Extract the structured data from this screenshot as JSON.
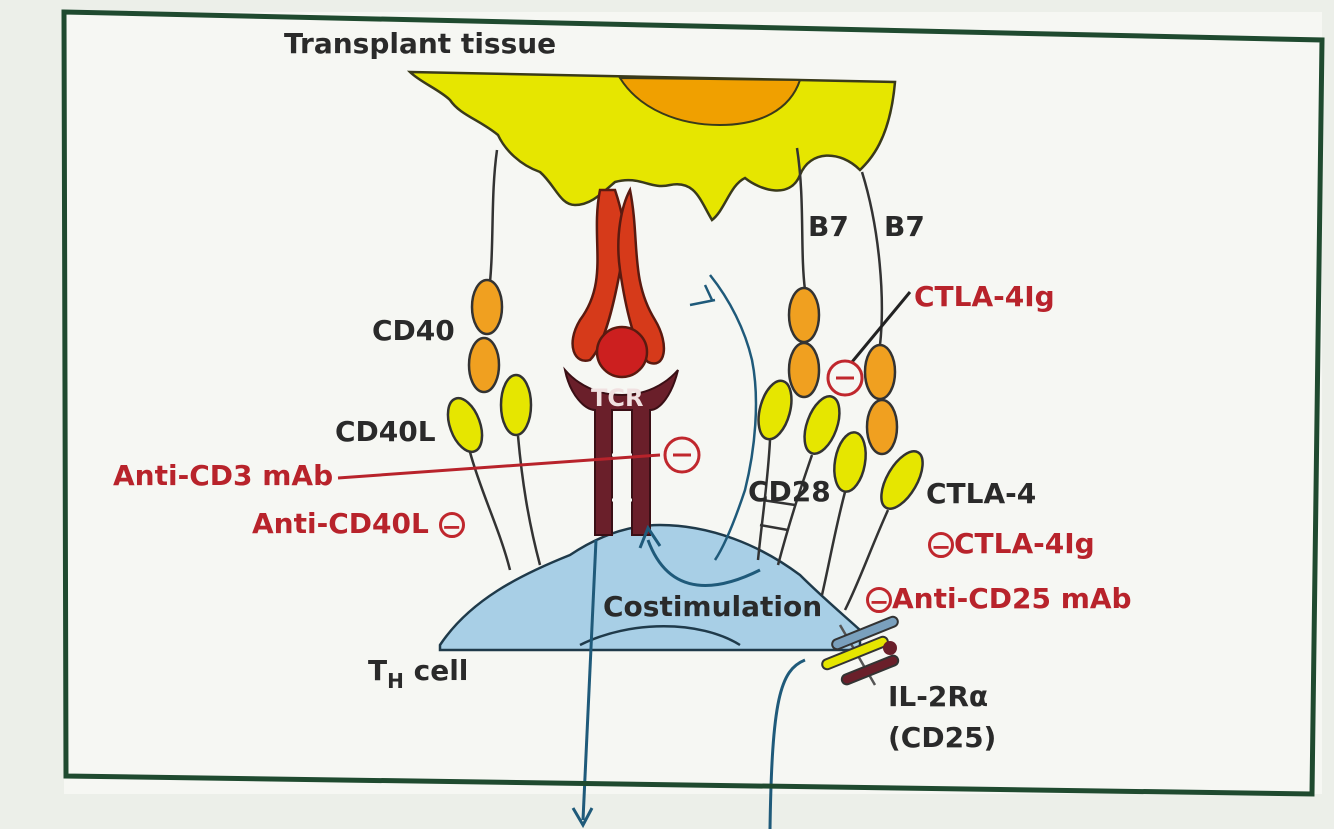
{
  "labels": {
    "transplant_tissue": "Transplant tissue",
    "cd40": "CD40",
    "cd40l": "CD40L",
    "tcr": "TCR",
    "b7_left": "B7",
    "b7_right": "B7",
    "cd28": "CD28",
    "ctla4": "CTLA-4",
    "th_cell_main": "T",
    "th_cell_sub": "H",
    "th_cell_tail": " cell",
    "costimulation": "Costimulation",
    "il2ra": "IL-2Rα",
    "cd25": "(CD25)"
  },
  "drugs": {
    "ctla4ig_top": "CTLA-4Ig",
    "anti_cd3": "Anti-CD3 mAb",
    "anti_cd40l": "Anti-CD40L",
    "ctla4ig_bottom": "CTLA-4Ig",
    "anti_cd25": "Anti-CD25 mAb"
  },
  "colors": {
    "tissue": "#e6e600",
    "nucleus": "#f0a000",
    "cell": "#a8cfe6",
    "frame": "#1f4a2f",
    "drug_text": "#b8232b",
    "minus": "#c0272d"
  }
}
